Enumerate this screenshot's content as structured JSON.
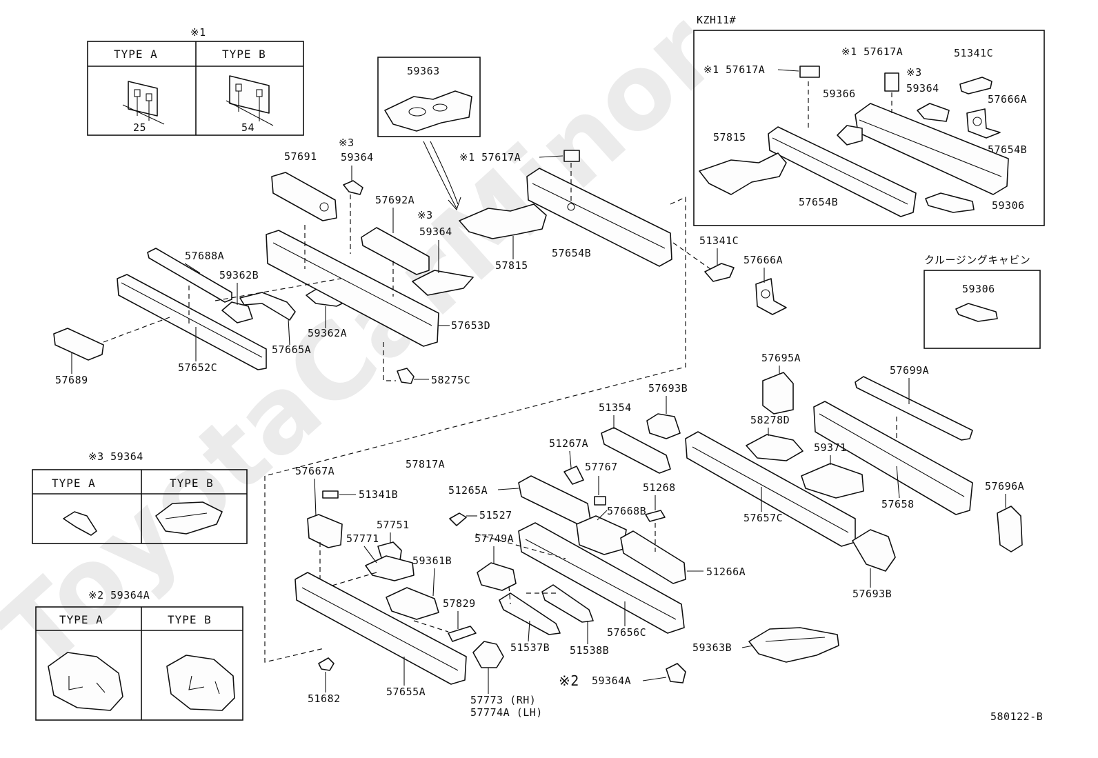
{
  "watermark": "ToyotaCarMinor",
  "diagram_id": "580122-B",
  "variant_box": {
    "title": "KZH11#",
    "labels": [
      "※1 57617A",
      "※1 57617A",
      "※3",
      "59364",
      "51341C",
      "59366",
      "57666A",
      "57815",
      "57654B",
      "57654B",
      "59306"
    ]
  },
  "cruising_box": {
    "title": "クルージングキャビン",
    "label": "59306"
  },
  "type_tables": [
    {
      "title": "※1",
      "col_a": "TYPE A",
      "col_b": "TYPE B",
      "dim_a": "25",
      "dim_b": "54"
    },
    {
      "title": "※3  59364",
      "col_a": "TYPE A",
      "col_b": "TYPE B"
    },
    {
      "title": "※2 59364A",
      "col_a": "TYPE A",
      "col_b": "TYPE B"
    }
  ],
  "inset_label": "59363",
  "part_labels": [
    "57691",
    "※3",
    "59364",
    "※1 57617A",
    "57692A",
    "※3",
    "59364",
    "57815",
    "57654B",
    "57688A",
    "59362B",
    "59362A",
    "57653D",
    "57665A",
    "57652C",
    "57689",
    "58275C",
    "51341C",
    "57666A",
    "57695A",
    "57699A",
    "57693B",
    "51354",
    "58278D",
    "59371",
    "51267A",
    "57817A",
    "57767",
    "57667A",
    "51341B",
    "51265A",
    "51268",
    "57668B",
    "57696A",
    "57658",
    "57657C",
    "51527",
    "57751",
    "57771",
    "57749A",
    "59361B",
    "51266A",
    "57693B",
    "57829",
    "57656C",
    "51537B",
    "51538B",
    "59363B",
    "51682",
    "57655A",
    "57773  (RH)",
    "57774A (LH)",
    "※2",
    "59364A"
  ]
}
